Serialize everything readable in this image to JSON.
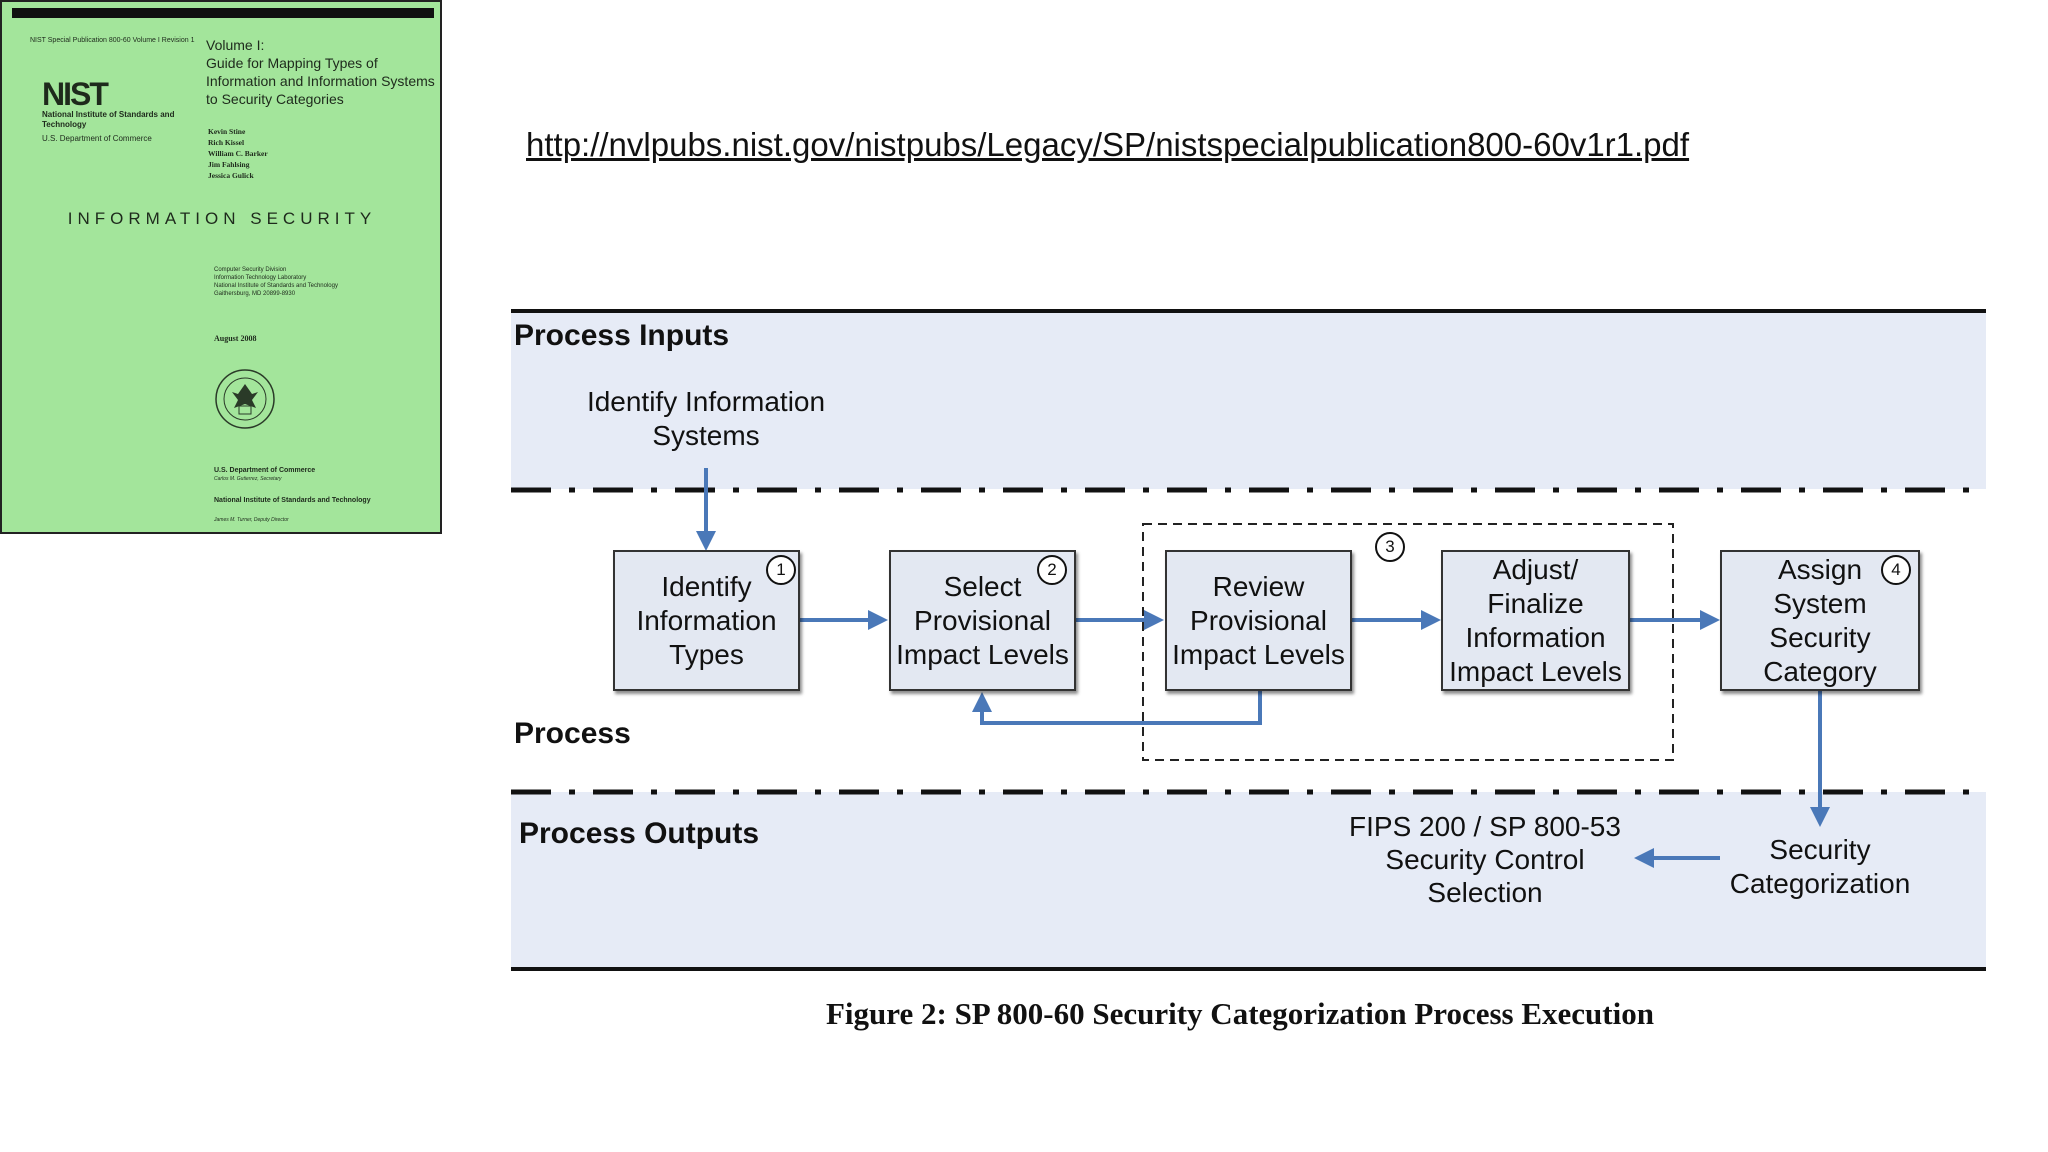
{
  "cover": {
    "series": "NIST Special Publication 800-60 Volume I Revision 1",
    "volume_title": "Volume I:\nGuide for Mapping Types of Information and Information Systems to Security Categories",
    "logo": "NIST",
    "institute": "National Institute of Standards and Technology",
    "department": "U.S. Department of Commerce",
    "authors": [
      "Kevin Stine",
      "Rich Kissel",
      "William C. Barker",
      "Jim Fahlsing",
      "Jessica Gulick"
    ],
    "subject": "INFORMATION SECURITY",
    "division_lines": [
      "Computer Security Division",
      "Information Technology Laboratory",
      "National Institute of Standards and Technology",
      "Gaithersburg, MD 20899-8930"
    ],
    "date": "August 2008",
    "doc_label": "U.S. Department of Commerce",
    "doc_secretary": "Carlos M. Gutierrez, Secretary",
    "inst_label": "National Institute of Standards and Technology",
    "inst_director": "James M. Turner, Deputy Director"
  },
  "link": {
    "url": "http://nvlpubs.nist.gov/nistpubs/Legacy/SP/nistspecialpublication800-60v1r1.pdf"
  },
  "diagram": {
    "sections": {
      "inputs": "Process Inputs",
      "process": "Process",
      "outputs": "Process Outputs"
    },
    "input_node": "Identify Information\nSystems",
    "steps": [
      {
        "num": "1",
        "label": "Identify\nInformation\nTypes"
      },
      {
        "num": "2",
        "label": "Select\nProvisional\nImpact Levels"
      },
      {
        "num": "",
        "label": "Review\nProvisional\nImpact Levels"
      },
      {
        "num": "",
        "label": "Adjust/\nFinalize\nInformation\nImpact Levels"
      },
      {
        "num": "4",
        "label": "Assign\nSystem\nSecurity\nCategory"
      }
    ],
    "group_num": "3",
    "output_security": "Security\nCategorization",
    "output_fips": "FIPS 200 / SP 800-53\nSecurity Control\nSelection",
    "caption": "Figure 2: SP 800-60 Security Categorization Process Execution"
  },
  "colors": {
    "cover_green": "#a3e59b",
    "band_blue": "#e6ebf6",
    "arrow_blue": "#4a78b8",
    "box_fill": "#e3e8f2"
  }
}
